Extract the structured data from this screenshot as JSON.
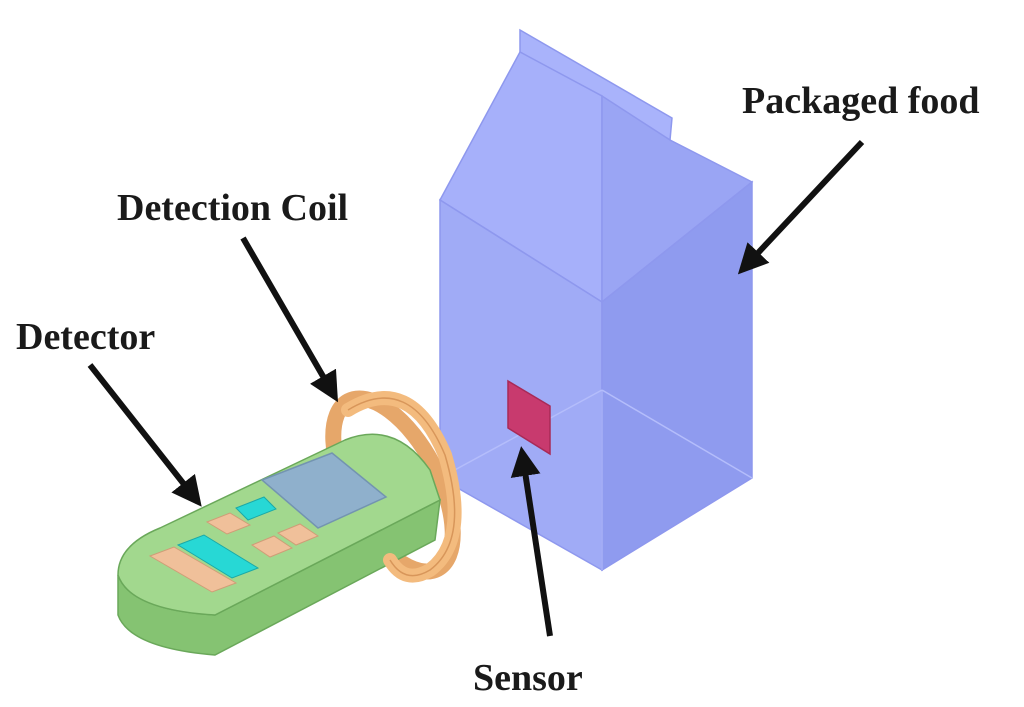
{
  "labels": {
    "packaged_food": "Packaged food",
    "detection_coil": "Detection Coil",
    "detector": "Detector",
    "sensor": "Sensor"
  },
  "colors": {
    "package": "#a2adf8",
    "sensor": "#c83a6e",
    "detector_body": "#9ed68a",
    "coil": "#f3bb7e",
    "screen": "#8fb0cc",
    "button_cyan": "#27d8d5",
    "button_peach": "#f0c09a",
    "arrow": "#111111"
  }
}
